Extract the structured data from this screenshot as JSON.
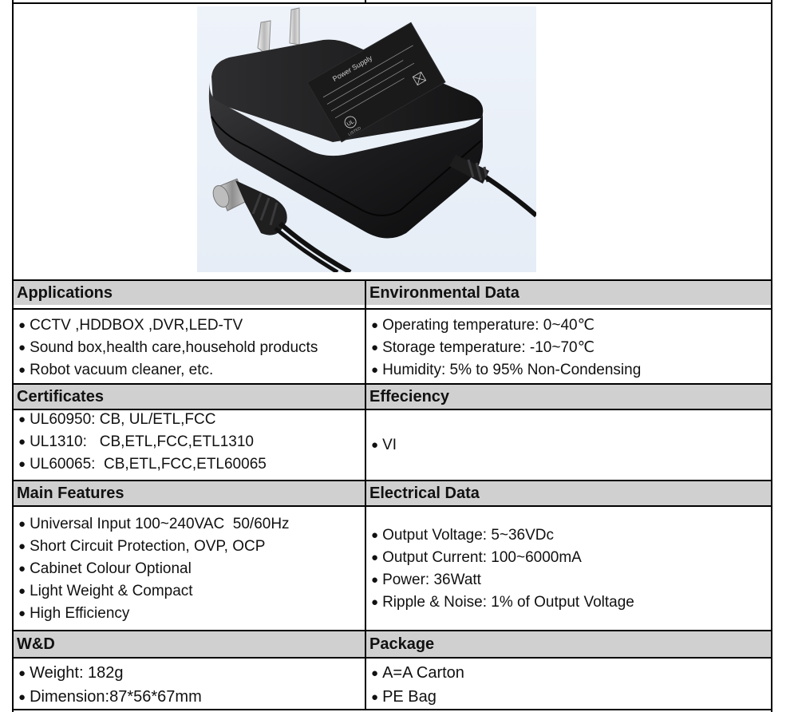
{
  "product_image": {
    "alt": "Black wall plug power adapter with US pins and DC barrel connector cable"
  },
  "sections": {
    "applications": {
      "title": "Applications",
      "items": [
        "CCTV ,HDDBOX ,DVR,LED-TV",
        "Sound box,health care,household products",
        "Robot vacuum cleaner, etc."
      ]
    },
    "environmental": {
      "title": "Environmental Data",
      "items": [
        "Operating temperature: 0~40℃",
        "Storage temperature: -10~70℃",
        "Humidity: 5% to 95% Non-Condensing"
      ]
    },
    "certificates": {
      "title": "Certificates",
      "items": [
        "UL60950: CB, UL/ETL,FCC",
        "UL1310:   CB,ETL,FCC,ETL1310",
        "UL60065:  CB,ETL,FCC,ETL60065"
      ]
    },
    "efficiency": {
      "title": "Effeciency",
      "items": [
        "VI"
      ]
    },
    "features": {
      "title": "Main Features",
      "items": [
        "Universal Input 100~240VAC  50/60Hz",
        "Short Circuit Protection, OVP, OCP",
        "Cabinet Colour Optional",
        "Light Weight & Compact",
        "High Efficiency"
      ]
    },
    "electrical": {
      "title": "Electrical Data",
      "items": [
        "Output Voltage: 5~36VDc",
        "Output Current: 100~6000mA",
        "Power: 36Watt",
        "Ripple & Noise: 1% of Output Voltage"
      ]
    },
    "wd": {
      "title": "W&D",
      "items": [
        "Weight: 182g",
        "Dimension:87*56*67mm"
      ]
    },
    "package": {
      "title": "Package",
      "items": [
        "A=A Carton",
        "PE Bag"
      ]
    }
  },
  "label_text": {
    "brand": "Power Supply",
    "ul": "UL",
    "listed": "LISTED"
  }
}
